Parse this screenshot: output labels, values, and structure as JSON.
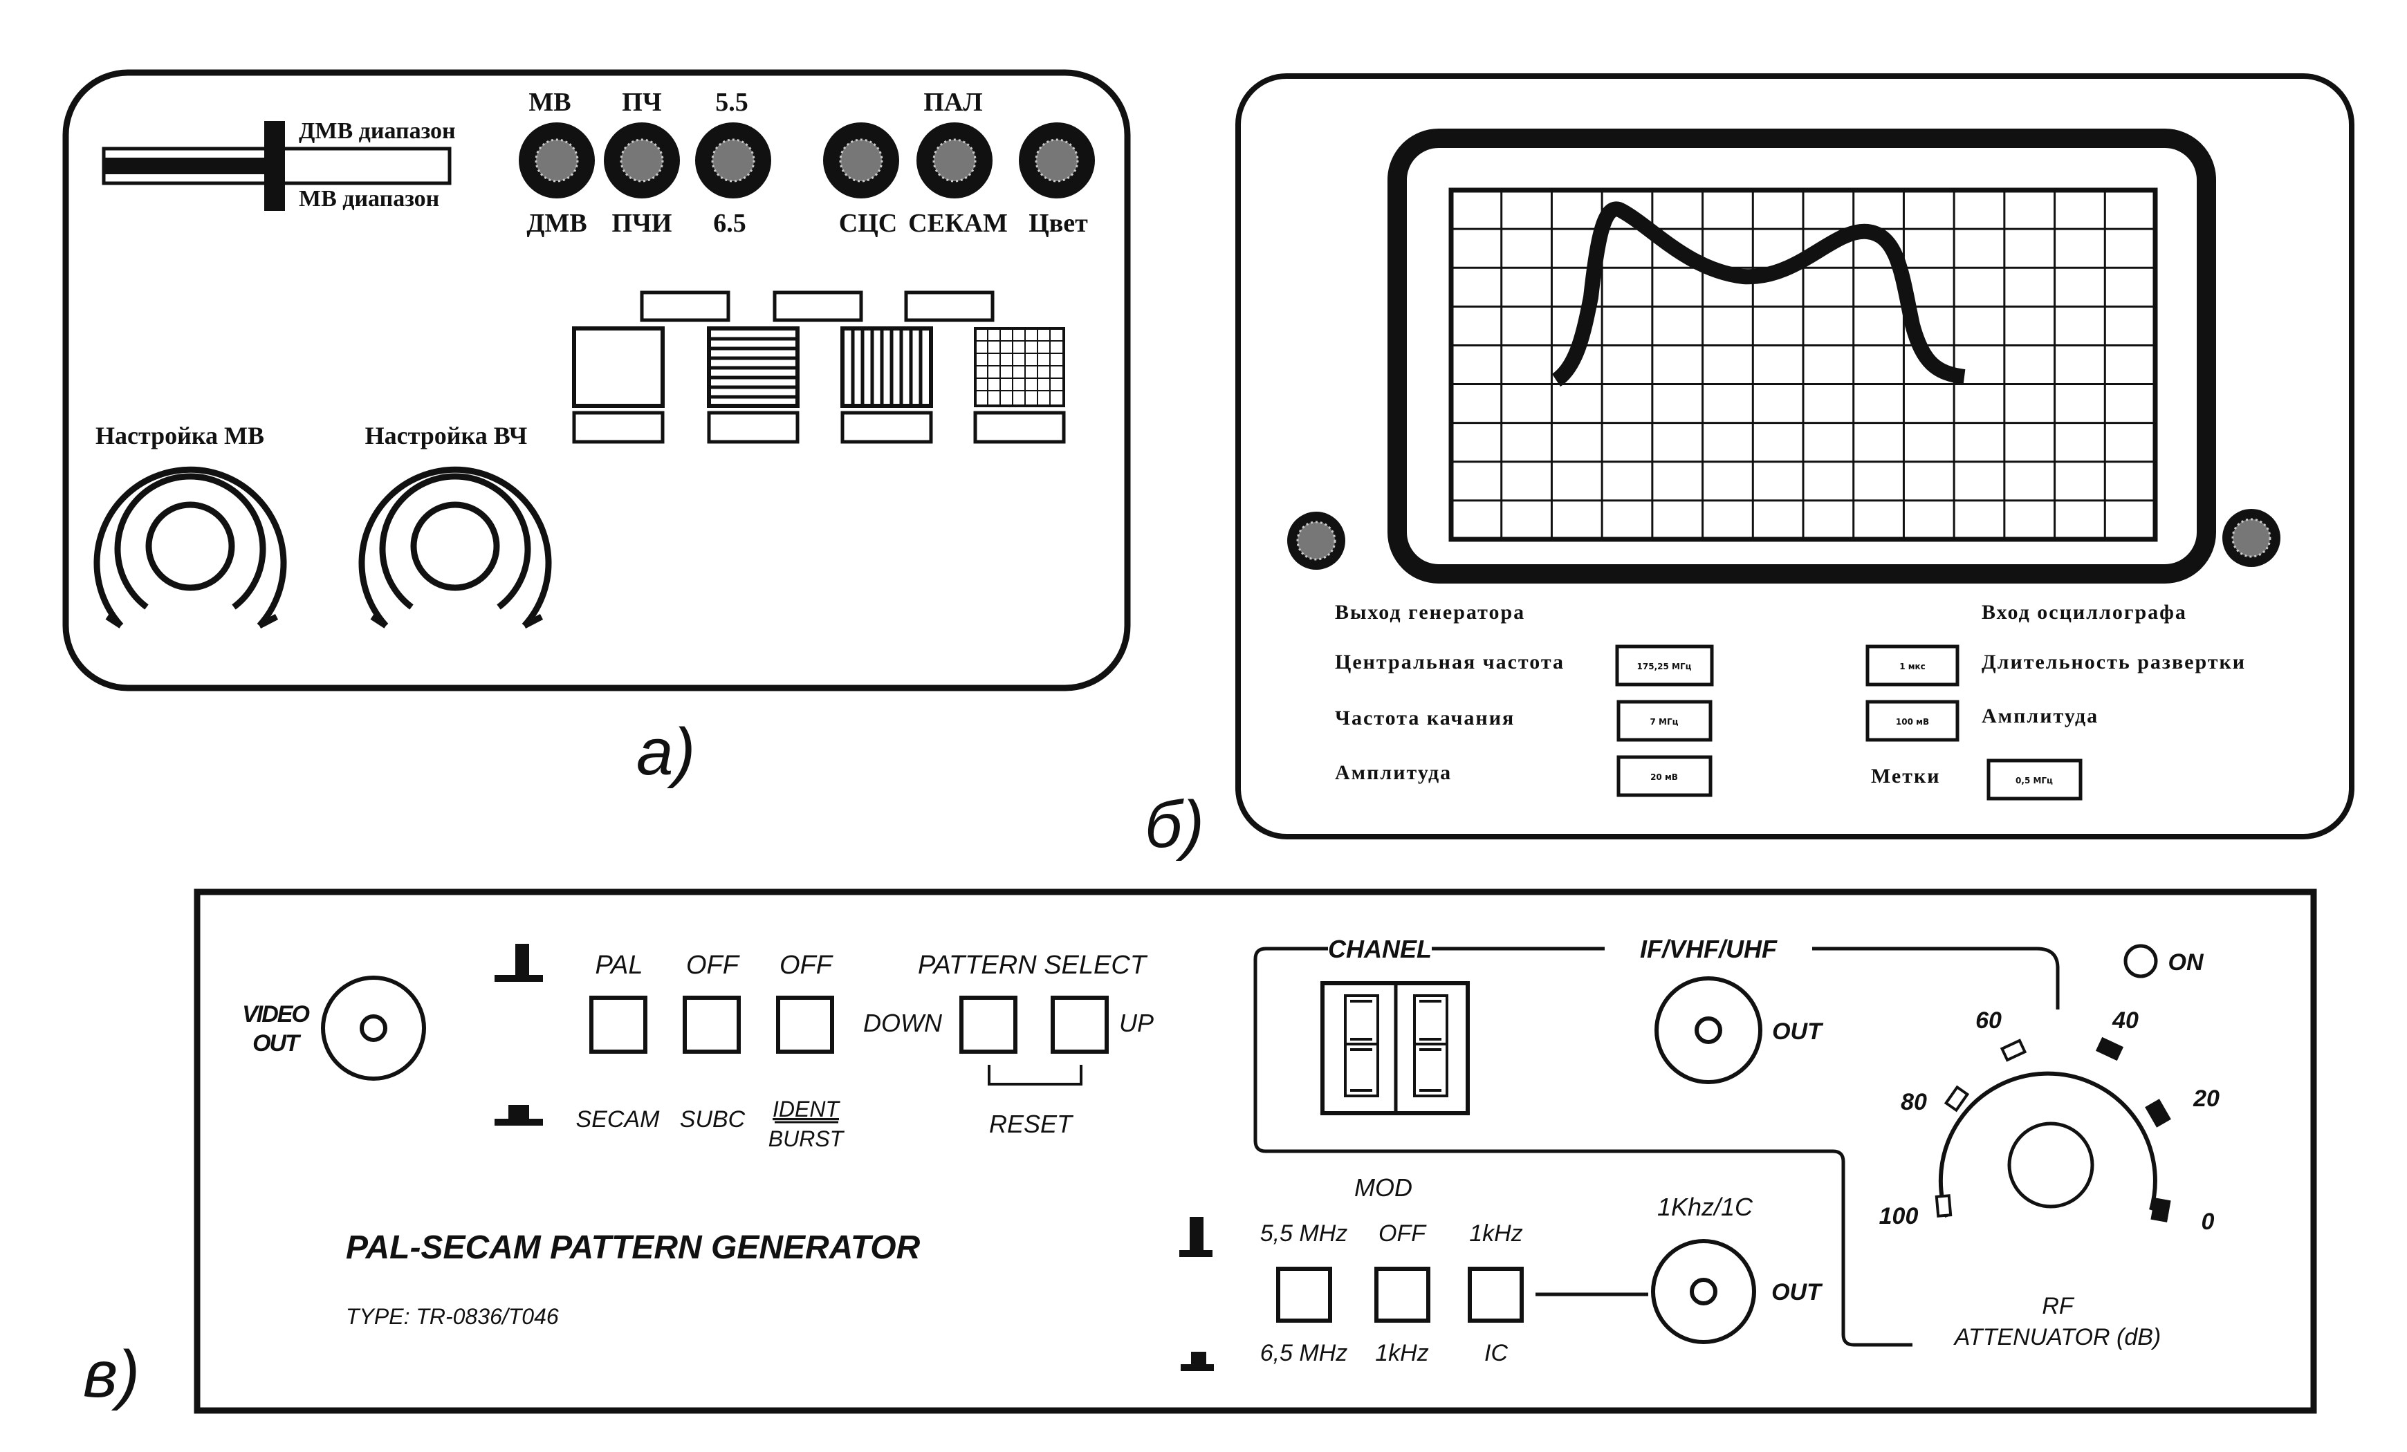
{
  "panel_a": {
    "label": "а)",
    "switch_top": "ДМВ диапазон",
    "switch_bottom": "МВ диапазон",
    "buttons_top": [
      "МВ",
      "ПЧ",
      "5.5",
      "ПАЛ"
    ],
    "buttons_bottom": [
      "ДМВ",
      "ПЧИ",
      "6.5",
      "СЦС",
      "СЕКАМ",
      "Цвет"
    ],
    "knob_left": "Настройка МВ",
    "knob_right": "Настройка ВЧ"
  },
  "panel_b": {
    "label": "б)",
    "out_gen": "Выход генератора",
    "in_osc": "Вход осциллографа",
    "center_freq": "Центральная частота",
    "center_freq_val": "175,25 МГц",
    "sweep_freq": "Частота качания",
    "sweep_freq_val": "7 МГц",
    "amplitude_left": "Амплитуда",
    "amplitude_left_val": "20 мВ",
    "sweep_dur": "Длительность развертки",
    "sweep_dur_val": "1 мкс",
    "amplitude_right": "Амплитуда",
    "amplitude_right_val": "100 мВ",
    "marks": "Метки",
    "marks_val": "0,5 МГц"
  },
  "panel_c": {
    "label": "в)",
    "video_out": [
      "VIDEO",
      "OUT"
    ],
    "top_labels": [
      "PAL",
      "OFF",
      "OFF"
    ],
    "bottom_labels": [
      "SECAM",
      "SUBC"
    ],
    "ident": "IDENT",
    "burst": "BURST",
    "pattern_select": "PATTERN SELECT",
    "down": "DOWN",
    "up": "UP",
    "reset": "RESET",
    "chanel": "CHANEL",
    "ifvhfuhf": "IF/VHF/UHF",
    "out1": "OUT",
    "on": "ON",
    "atten_ticks": [
      "60",
      "40",
      "80",
      "20",
      "100",
      "0"
    ],
    "rf": "RF",
    "attenuator": "ATTENUATOR (dB)",
    "mod": "MOD",
    "mod_top": [
      "5,5 MHz",
      "OFF",
      "1kHz"
    ],
    "mod_bottom": [
      "6,5 MHz",
      "1kHz",
      "IC"
    ],
    "khz1c": "1Khz/1C",
    "out2": "OUT",
    "title": "PAL-SECAM PATTERN GENERATOR",
    "type": "TYPE: TR-0836/T046"
  }
}
